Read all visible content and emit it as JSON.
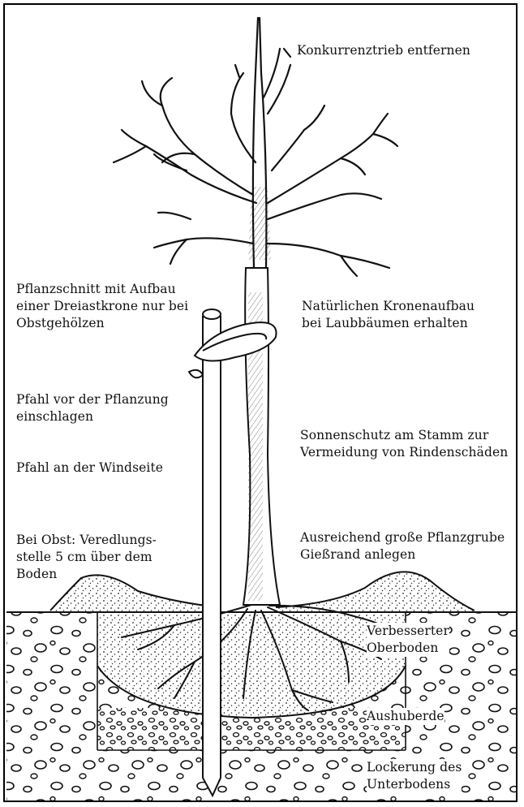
{
  "labels": {
    "competing_shoot": [
      "Konkurrenztrieb entfernen"
    ],
    "pruning": [
      "Pflanzschnitt mit Aufbau",
      "einer Dreiastkrone nur bei",
      "Obstgehölzen"
    ],
    "natural_crown": [
      "Natürlichen Kronenaufbau",
      "bei Laubbäumen erhalten"
    ],
    "stake_before": [
      "Pfahl vor der Pflanzung",
      "einschlagen"
    ],
    "sun_protection": [
      "Sonnenschutz am Stamm zur",
      "Vermeidung von Rindenschäden"
    ],
    "stake_wind": [
      "Pfahl an der Windseite"
    ],
    "grafting": [
      "Bei Obst: Veredlungs-",
      "stelle 5 cm über dem",
      "Boden"
    ],
    "planting_pit": [
      "Ausreichend große Pflanzgrube",
      "Gießrand anlegen"
    ],
    "topsoil": [
      "Verbesserter",
      "Oberboden"
    ],
    "excavated_soil": [
      "Aushuberde"
    ],
    "subsoil": [
      "Lockerung des",
      "Unterbodens"
    ]
  },
  "colors": {
    "ink": "#111111",
    "paper": "#ffffff"
  }
}
